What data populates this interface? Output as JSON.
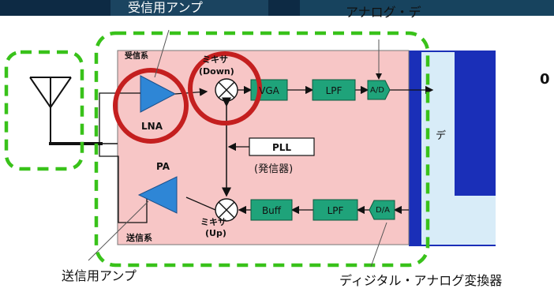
{
  "labels": {
    "rx_amp_top": "受信用アンプ",
    "adc_top": "アナログ・デ",
    "right_code": "0",
    "rx_system": "受信系",
    "mixer_down": "ミキサ",
    "mixer_down_sub": "(Down)",
    "lna": "LNA",
    "pa": "PA",
    "oscillator": "(発信器)",
    "mixer_up": "ミキサ",
    "mixer_up_sub": "(Up)",
    "tx_system": "送信系",
    "tx_amp": "送信用アンプ",
    "dac_bottom": "ディジタル・アナログ変換器",
    "digital_partial": "デ"
  },
  "blocks": {
    "vga": "VGA",
    "lpf_rx": "LPF",
    "ad": "A/D",
    "pll": "PLL",
    "buff": "Buff",
    "lpf_tx": "LPF",
    "da": "D/A"
  },
  "colors": {
    "rf_board": "#f7c6c6",
    "block_green": "#1fa37a",
    "amp_blue": "#2e86d6",
    "dashed_green": "#39c21a",
    "highlight_red": "#c41f1f",
    "digital_blue": "#1a2fb8",
    "digital_light": "#d8ecf8"
  }
}
